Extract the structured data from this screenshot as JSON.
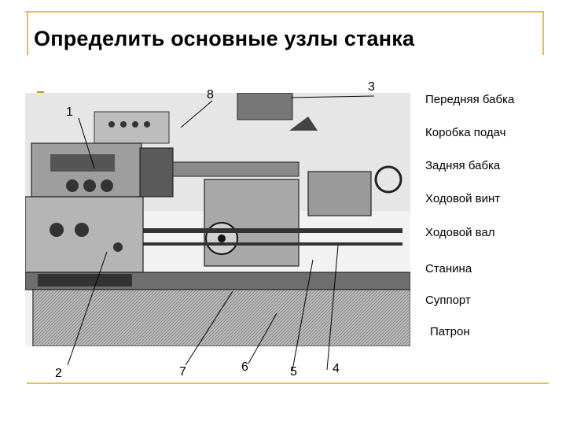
{
  "slide": {
    "title": "Определить основные узлы станка"
  },
  "figure": {
    "callouts": [
      "1",
      "2",
      "3",
      "4",
      "5",
      "6",
      "7",
      "8"
    ]
  },
  "legend": {
    "items": [
      "Передняя бабка",
      "Коробка подач",
      "Задняя бабка",
      "Ходовой винт",
      "Ходовой вал",
      "Станина",
      "Суппорт",
      "Патрон"
    ]
  },
  "colors": {
    "frame": "#e3c24a",
    "bullet": "#cc9900"
  },
  "icons": {
    "bullet": "square-bullet-icon"
  }
}
